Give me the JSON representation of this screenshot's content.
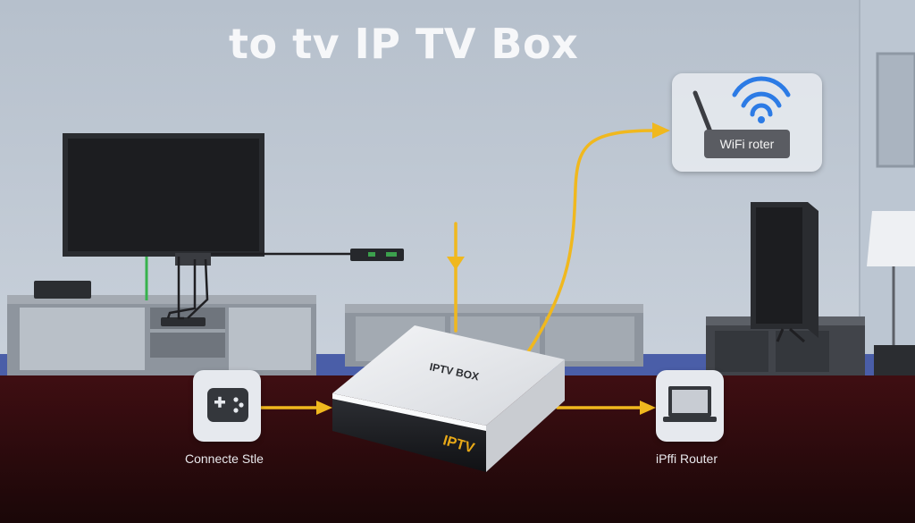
{
  "title": "to tv IP TV Box",
  "router_card": {
    "label": "WiFi roter"
  },
  "iptv_box": {
    "top_label": "IPTV BOX",
    "front_label": "IPTV"
  },
  "left_card": {
    "caption": "Connecte Stle"
  },
  "right_card": {
    "caption": "iPffi Router"
  },
  "colors": {
    "wall": "#c4cdd8",
    "floor": "#3a0c10",
    "arrow": "#f0b81e",
    "cabinet": "#8e959e"
  },
  "icons": [
    "gamepad-icon",
    "laptop-icon",
    "wifi-icon",
    "router-antenna-icon"
  ]
}
